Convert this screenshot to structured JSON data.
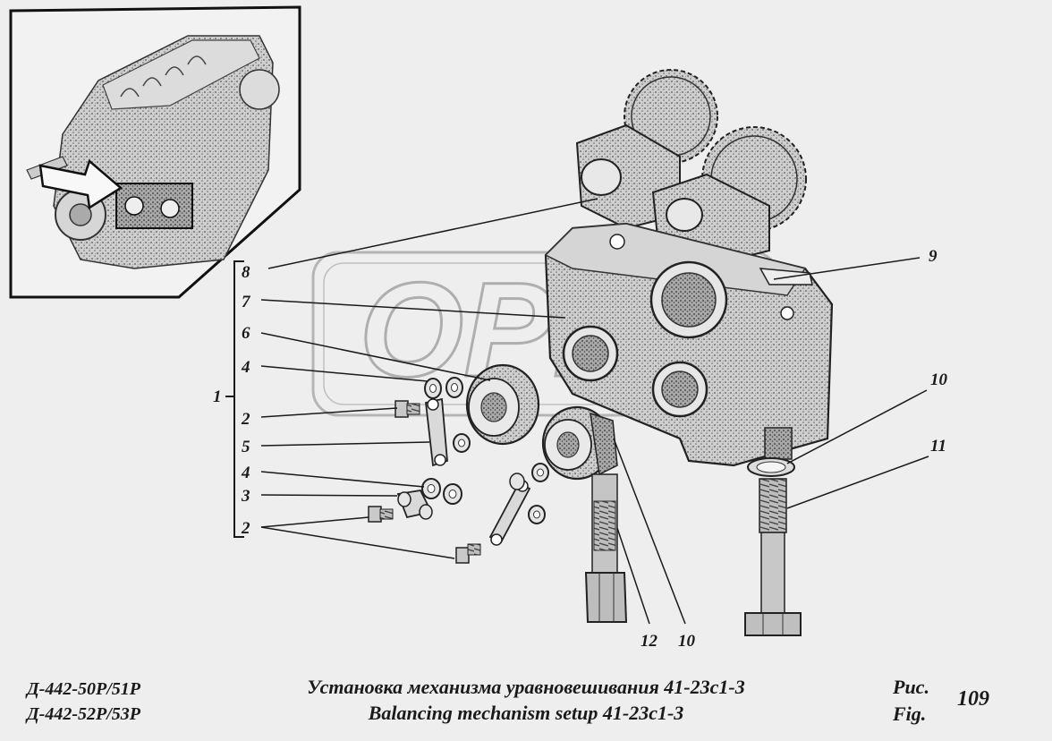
{
  "caption": {
    "model_line1": "Д-442-50Р/51Р",
    "model_line2": "Д-442-52Р/53Р",
    "title_ru": "Установка механизма уравновешивания 41-23с1-3",
    "title_en": "Balancing mechanism setup 41-23c1-3",
    "fig_ru": "Рис.",
    "fig_en": "Fig.",
    "fig_number": "109"
  },
  "watermark": "OPEX",
  "callouts": {
    "l8": "8",
    "l7": "7",
    "l6": "6",
    "l4a": "4",
    "l1": "1",
    "l2a": "2",
    "l5": "5",
    "l4b": "4",
    "l3": "3",
    "l2b": "2",
    "l9": "9",
    "l10a": "10",
    "l11": "11",
    "l12": "12",
    "l10b": "10"
  },
  "colors": {
    "background": "#eeeeee",
    "ink": "#1a1a1a",
    "shade": "#9a9a9a"
  }
}
